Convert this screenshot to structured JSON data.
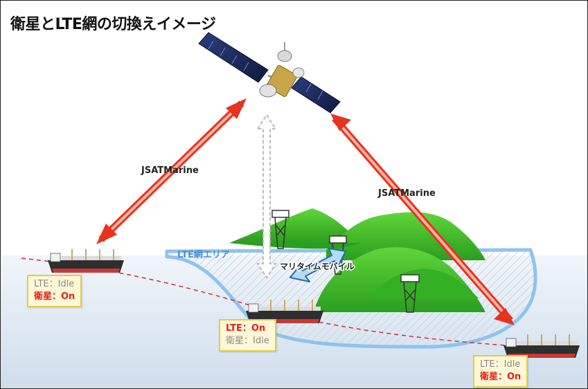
{
  "title": "衛星とLTE網の切換えイメージ",
  "labels": {
    "jsat_left": "JSATMarine",
    "jsat_right": "JSATMarine",
    "lte_area": "LTE網エリア",
    "maritime_mobile": "マリタイムモバイル"
  },
  "ships": [
    {
      "line1": "LTE：Idle",
      "line1_state": "idle",
      "line2": "衛星：On",
      "line2_state": "active"
    },
    {
      "line1": "LTE：On",
      "line1_state": "active",
      "line2": "衛星：Idle",
      "line2_state": "idle"
    },
    {
      "line1": "LTE：Idle",
      "line1_state": "idle",
      "line2": "衛星：On",
      "line2_state": "active"
    }
  ],
  "colors": {
    "arrow_red": "#e8331e",
    "arrow_fill": "#f7b6a6",
    "sea": "#e6f0f8",
    "lte_border": "#8ec3ec",
    "mountain": "#3fbf2a",
    "route": "#d62b2b"
  }
}
